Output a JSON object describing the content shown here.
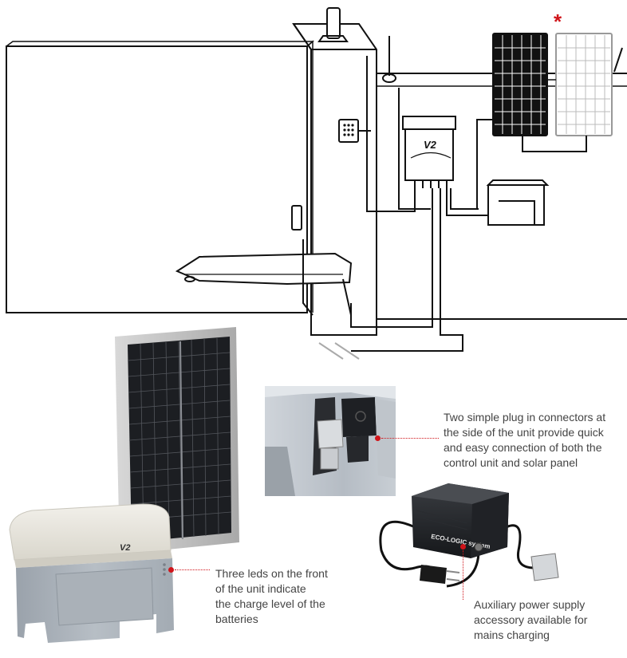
{
  "annotations": {
    "connectors": {
      "lines": [
        "Two simple plug in connectors at",
        "the side of the unit provide quick",
        "and easy connection of both the",
        "control unit and solar panel"
      ]
    },
    "leds": {
      "lines": [
        "Three leds on the front",
        "of the unit indicate",
        "the charge level of the",
        "batteries"
      ]
    },
    "power_supply": {
      "lines": [
        "Auxiliary power supply",
        "accessory available for",
        "mains charging"
      ]
    },
    "optional_marker": "*"
  },
  "product_labels": {
    "brand_mark": "V2",
    "charger_label": "ECO-LOGIC system"
  },
  "colors": {
    "accent": "#d0141a",
    "text": "#444444",
    "line": "#111111"
  },
  "icons": {
    "diagram": "gate-installation-diagram",
    "solar_panel": "solar-panel-icon",
    "battery_box": "battery-box-icon",
    "connector_closeup": "connector-closeup-icon",
    "charger": "power-supply-icon"
  }
}
